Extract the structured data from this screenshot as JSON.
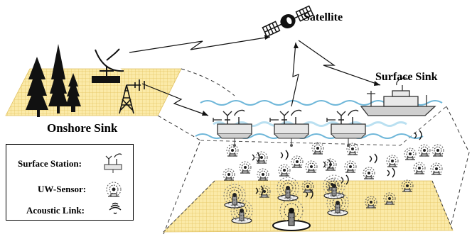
{
  "labels": {
    "satellite": "Satellite",
    "surface_sink": "Surface Sink",
    "onshore_sink": "Onshore Sink"
  },
  "legend": {
    "surface_station": "Surface Station:",
    "uw_sensor": "UW-Sensor:",
    "acoustic_link": "Acoustic Link:"
  },
  "colors": {
    "seabed": "#f7e39a",
    "grid": "#e8c86a",
    "water": "#9fd3ea",
    "ink": "#000000"
  },
  "icons": [
    "satellite-icon",
    "dish-antenna-icon",
    "radio-tower-icon",
    "tree-icon",
    "ship-icon",
    "surface-station-icon",
    "uw-sensor-icon",
    "acoustic-link-icon"
  ]
}
